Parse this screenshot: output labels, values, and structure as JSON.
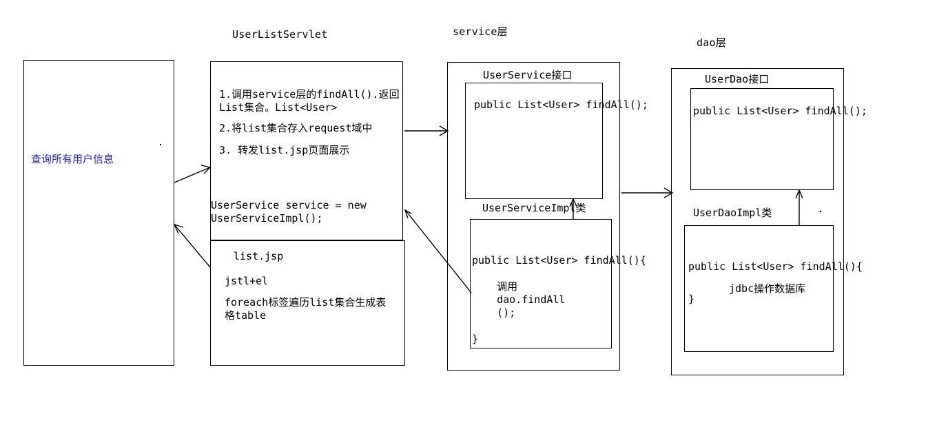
{
  "diagram": {
    "title_labels": {
      "servlet_layer": "UserListServlet",
      "service_layer": "service层",
      "dao_layer": "dao层"
    },
    "browser_box": {
      "text": "查询所有用户信息",
      "color": "#2020d0"
    },
    "servlet_box": {
      "steps": [
        "1.调用service层的findAll().返回\nList集合。List<User>",
        "2.将list集合存入request域中",
        "3. 转发list.jsp页面展示"
      ],
      "declaration": "UserService service = new\nUserServiceImpl();"
    },
    "jsp_box": {
      "filename": "list.jsp",
      "tech": "jstl+el",
      "description": "foreach标签遍历list集合生成表\n格table"
    },
    "service_layer": {
      "interface_title": "UserService接口",
      "interface_code": "public List<User> findAll();",
      "impl_title": "UserServiceImpl类",
      "impl_code": "public List<User> findAll(){\n\n    调用\n    dao.findAll\n    ();\n\n}"
    },
    "dao_layer": {
      "interface_title": "UserDao接口",
      "interface_code": "public List<User> findAll();",
      "impl_title": "UserDaoImpl类",
      "impl_code_head": "public List<User> findAll(){",
      "impl_code_body": "jdbc操作数据库",
      "impl_code_tail": "}"
    }
  }
}
